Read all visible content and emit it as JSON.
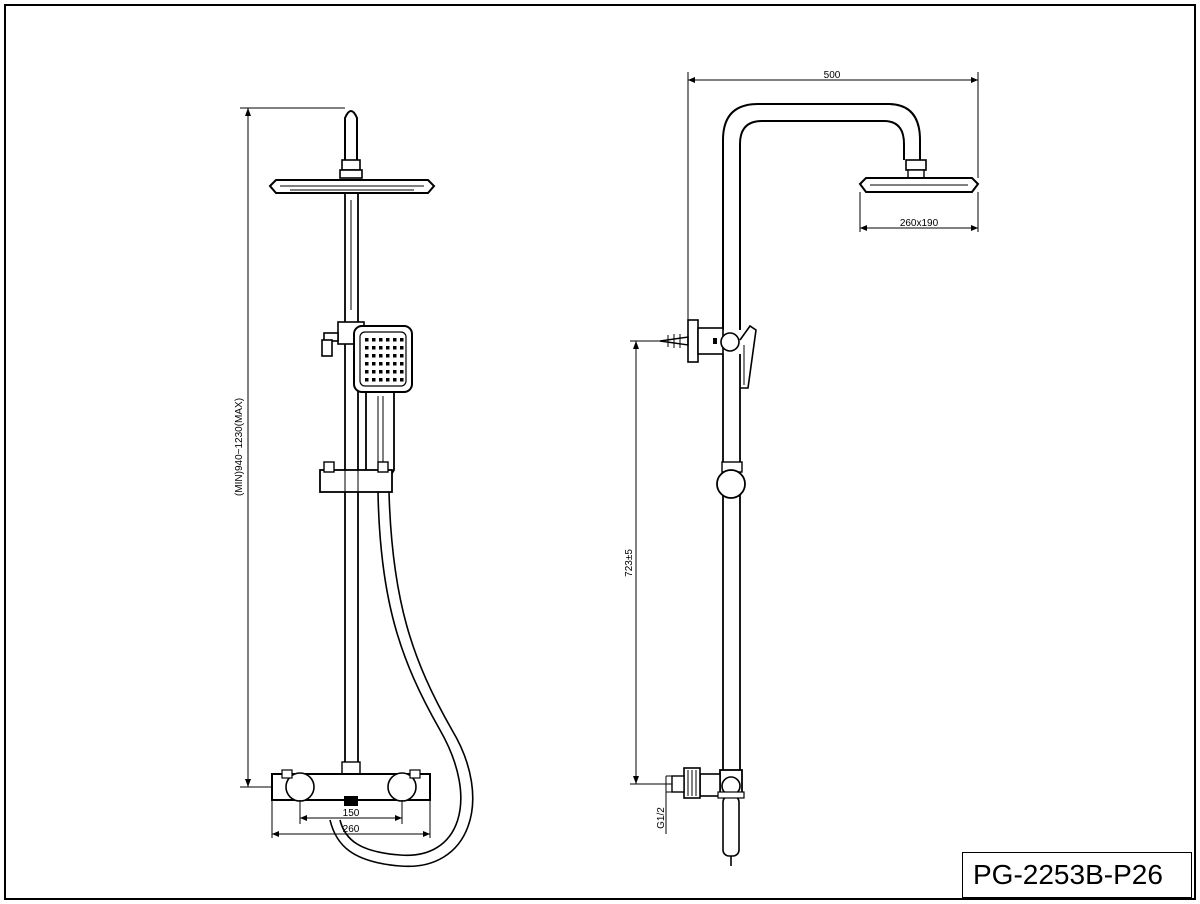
{
  "drawing": {
    "model_code": "PG-2253B-P26",
    "front_view": {
      "height_dimension": "(MIN)940~1230(MAX)",
      "inner_width_dimension": "150",
      "outer_width_dimension": "260"
    },
    "side_view": {
      "arm_length_dimension": "500",
      "head_size_dimension": "260x190",
      "bracket_height_dimension": "723±5",
      "inlet_thread": "G1/2"
    }
  }
}
